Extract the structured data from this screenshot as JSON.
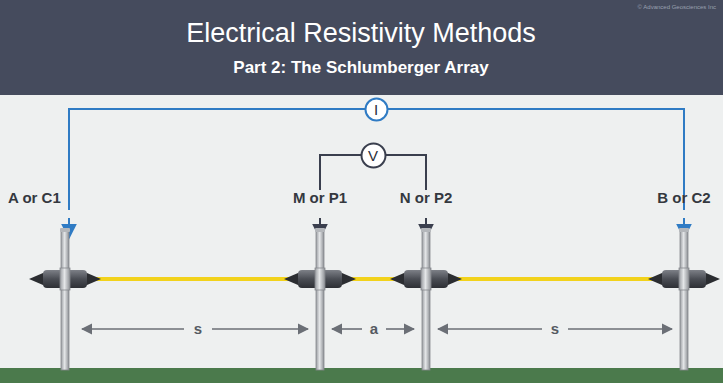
{
  "diagram": {
    "title": "Electrical Resistivity Methods",
    "nodes": [
      {
        "text": [
          "I"
        ]
      },
      {
        "text": [
          "V"
        ]
      }
    ],
    "labels": [
      "Part 2: The Schlumberger Array",
      "© Advanced Geosciences Inc",
      "A or C1",
      "M or P1",
      "N or P2",
      "B or C2",
      "s",
      "a",
      "s"
    ]
  }
}
